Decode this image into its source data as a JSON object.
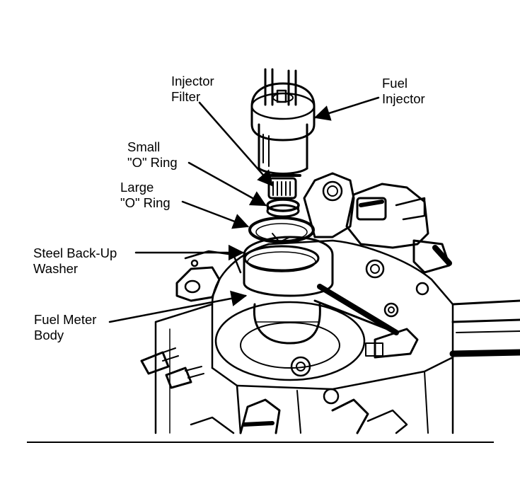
{
  "labels": {
    "injector_filter": [
      "Injector",
      "Filter"
    ],
    "fuel_injector": [
      "Fuel",
      "Injector"
    ],
    "small_o_ring": [
      "Small",
      "\"O\" Ring"
    ],
    "large_o_ring": [
      "Large",
      "\"O\" Ring"
    ],
    "steel_backup_washer": [
      "Steel Back-Up",
      "Washer"
    ],
    "fuel_meter_body": [
      "Fuel Meter",
      "Body"
    ]
  },
  "colors": {
    "ink": "#000000",
    "paper": "#ffffff"
  }
}
